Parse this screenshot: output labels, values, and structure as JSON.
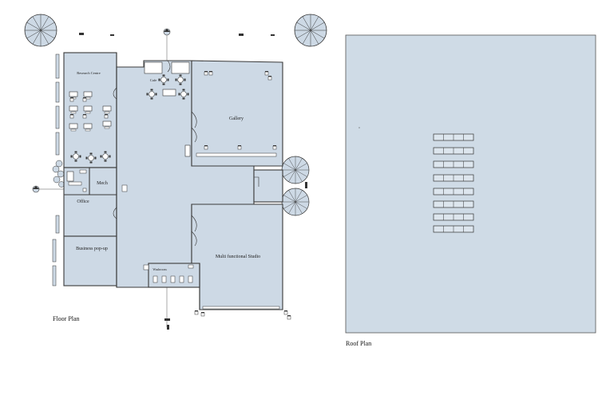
{
  "drawing": {
    "floor_plan": {
      "caption": "Floor Plan",
      "rooms": {
        "research": "Research Centre",
        "cafe": "Cafe",
        "gallery": "Gallery",
        "mech": "Mech",
        "office": "Office",
        "business": "Business pop-up",
        "washroom": "Washroom",
        "studio": "Multi functional Studio"
      }
    },
    "roof_plan": {
      "caption": "Roof Plan"
    },
    "colors": {
      "room_fill": "#cdd9e5",
      "wall": "#3a3a3a",
      "roof_fill": "#cfdbe6"
    }
  }
}
